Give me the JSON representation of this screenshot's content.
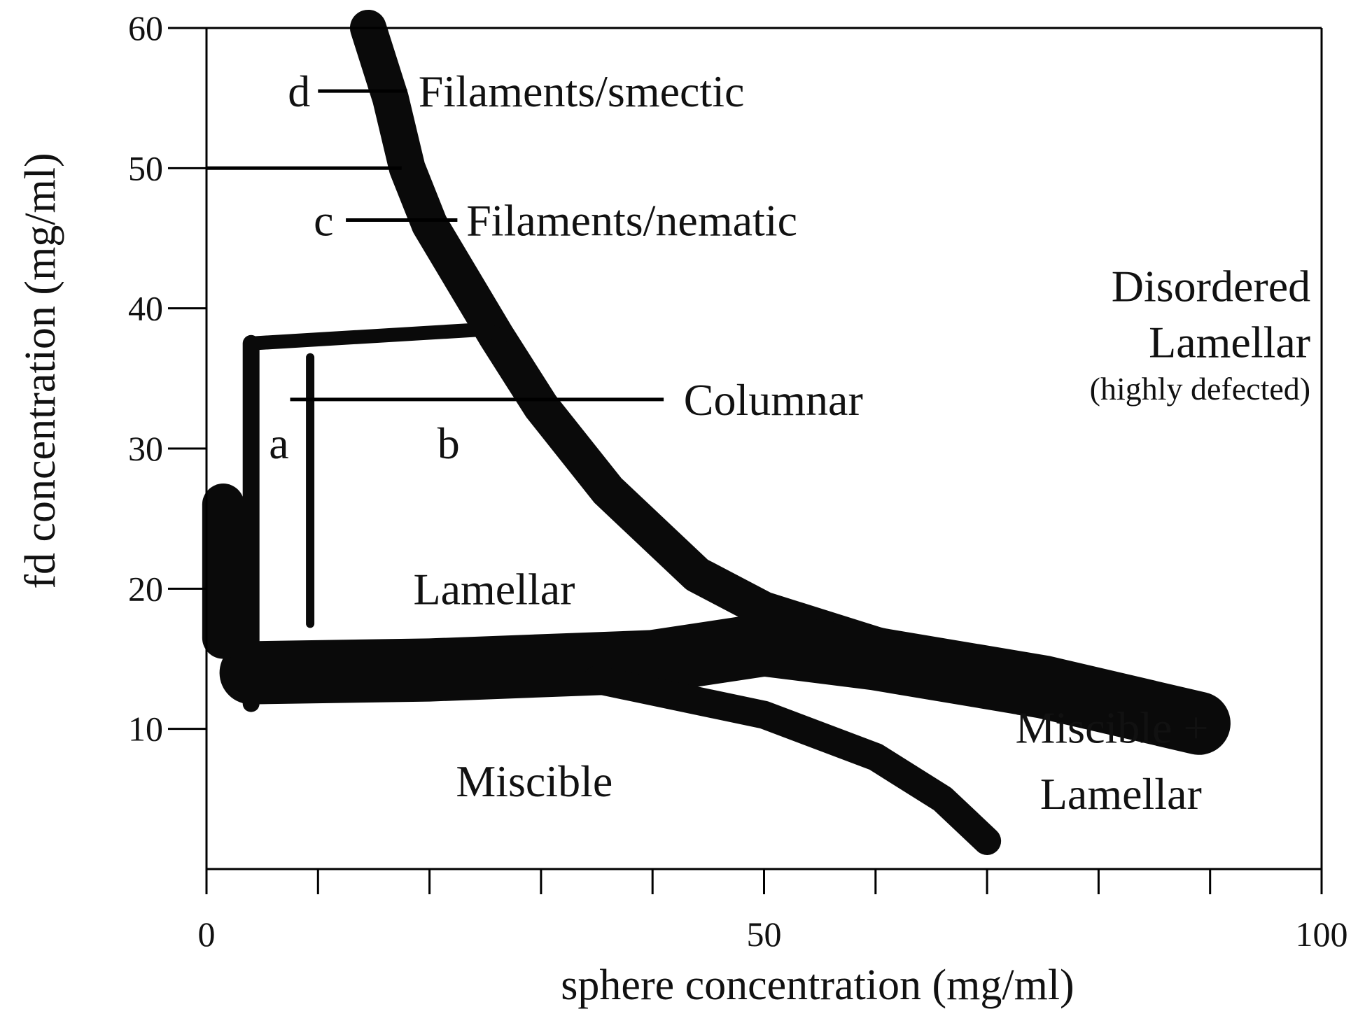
{
  "chart_data": {
    "type": "phase-diagram",
    "title": "",
    "xlabel": "sphere concentration (mg/ml)",
    "ylabel": "fd concentration (mg/ml)",
    "xlim": [
      0,
      100
    ],
    "ylim": [
      0,
      60
    ],
    "x_ticks": [
      0,
      10,
      20,
      30,
      40,
      50,
      60,
      70,
      80,
      90,
      100
    ],
    "x_tick_labels": [
      {
        "value": 0,
        "label": "0"
      },
      {
        "value": 50,
        "label": "50"
      },
      {
        "value": 100,
        "label": "100"
      }
    ],
    "y_ticks": [
      10,
      20,
      30,
      40,
      50,
      60
    ],
    "y_tick_labels": [
      {
        "value": 10,
        "label": "10"
      },
      {
        "value": 20,
        "label": "20"
      },
      {
        "value": 30,
        "label": "30"
      },
      {
        "value": 40,
        "label": "40"
      },
      {
        "value": 50,
        "label": "50"
      },
      {
        "value": 60,
        "label": "60"
      }
    ],
    "grid": false,
    "phase_boundaries": [
      {
        "id": "upper-filament-boundary",
        "width_units": 2.6,
        "points": [
          [
            14.5,
            60
          ],
          [
            16.5,
            55
          ],
          [
            18,
            50
          ],
          [
            20,
            46
          ],
          [
            23,
            42
          ],
          [
            26,
            38
          ],
          [
            30,
            33
          ],
          [
            36,
            27
          ],
          [
            44,
            21
          ],
          [
            50,
            18.5
          ],
          [
            60,
            16
          ],
          [
            70,
            14
          ],
          [
            80,
            12
          ],
          [
            89,
            10.4
          ]
        ]
      },
      {
        "id": "wide-lamellar-band",
        "width_units": 4.5,
        "points": [
          [
            4,
            14
          ],
          [
            20,
            14.2
          ],
          [
            40,
            14.8
          ],
          [
            50,
            16
          ],
          [
            60,
            15
          ],
          [
            75,
            13
          ],
          [
            89,
            10.4
          ]
        ]
      },
      {
        "id": "lower-lamellar-boundary",
        "width_units": 2.0,
        "points": [
          [
            35,
            13.5
          ],
          [
            50,
            11
          ],
          [
            60,
            8
          ],
          [
            66,
            5
          ],
          [
            70,
            2
          ]
        ]
      },
      {
        "id": "lamellar-top-line",
        "width_units": 1.0,
        "points": [
          [
            4,
            37.5
          ],
          [
            25,
            38.5
          ],
          [
            26.5,
            38
          ]
        ]
      },
      {
        "id": "left-boundary-a",
        "width_units": 1.2,
        "points": [
          [
            4,
            37.5
          ],
          [
            4,
            11.8
          ]
        ]
      },
      {
        "id": "left-boundary-b",
        "width_units": 0.6,
        "points": [
          [
            9.3,
            36.5
          ],
          [
            9.3,
            17.5
          ]
        ]
      },
      {
        "id": "y-axis-block",
        "width_units": 3.0,
        "points": [
          [
            1.5,
            26
          ],
          [
            1.5,
            16.5
          ]
        ]
      }
    ],
    "annotation_lines": [
      {
        "id": "line-d",
        "points": [
          [
            10,
            55.5
          ],
          [
            18,
            55.5
          ]
        ]
      },
      {
        "id": "line-50",
        "points": [
          [
            0,
            50
          ],
          [
            17.5,
            50
          ]
        ]
      },
      {
        "id": "line-c",
        "points": [
          [
            12.5,
            46.3
          ],
          [
            22.5,
            46.3
          ]
        ]
      },
      {
        "id": "line-columnar",
        "points": [
          [
            7.5,
            33.5
          ],
          [
            41,
            33.5
          ]
        ]
      }
    ],
    "annotations": [
      {
        "id": "label-d",
        "text": "d",
        "x": 8.3,
        "y": 55.5,
        "style": "region",
        "anchor": "middle"
      },
      {
        "id": "label-filaments-smectic",
        "text": "Filaments/smectic",
        "x": 19,
        "y": 55.5,
        "style": "region",
        "anchor": "start"
      },
      {
        "id": "label-c",
        "text": "c",
        "x": 10.5,
        "y": 46.3,
        "style": "region",
        "anchor": "middle"
      },
      {
        "id": "label-filaments-nematic",
        "text": "Filaments/nematic",
        "x": 23.3,
        "y": 46.3,
        "style": "region",
        "anchor": "start"
      },
      {
        "id": "label-columnar",
        "text": "Columnar",
        "x": 42.8,
        "y": 33.5,
        "style": "region",
        "anchor": "start"
      },
      {
        "id": "label-a",
        "text": "a",
        "x": 6.5,
        "y": 30.4,
        "style": "region",
        "anchor": "middle"
      },
      {
        "id": "label-b",
        "text": "b",
        "x": 21.7,
        "y": 30.4,
        "style": "region",
        "anchor": "middle"
      },
      {
        "id": "label-lamellar",
        "text": "Lamellar",
        "x": 25.8,
        "y": 20.0,
        "style": "region",
        "anchor": "middle"
      },
      {
        "id": "label-miscible",
        "text": "Miscible",
        "x": 29.4,
        "y": 6.3,
        "style": "region",
        "anchor": "middle"
      },
      {
        "id": "label-disordered",
        "text": "Disordered",
        "x": 99,
        "y": 41.6,
        "style": "region",
        "anchor": "end"
      },
      {
        "id": "label-disordered-lamellar",
        "text": "Lamellar",
        "x": 99,
        "y": 37.6,
        "style": "region",
        "anchor": "end"
      },
      {
        "id": "label-highly-defected",
        "text": "(highly defected)",
        "x": 99,
        "y": 34.3,
        "style": "small",
        "anchor": "end"
      },
      {
        "id": "label-miscible-plus",
        "text": "Miscible +",
        "x": 81.2,
        "y": 10.1,
        "style": "region",
        "anchor": "middle"
      },
      {
        "id": "label-miscible-plus-lamellar",
        "text": "Lamellar",
        "x": 82.0,
        "y": 5.4,
        "style": "region",
        "anchor": "middle"
      }
    ]
  }
}
